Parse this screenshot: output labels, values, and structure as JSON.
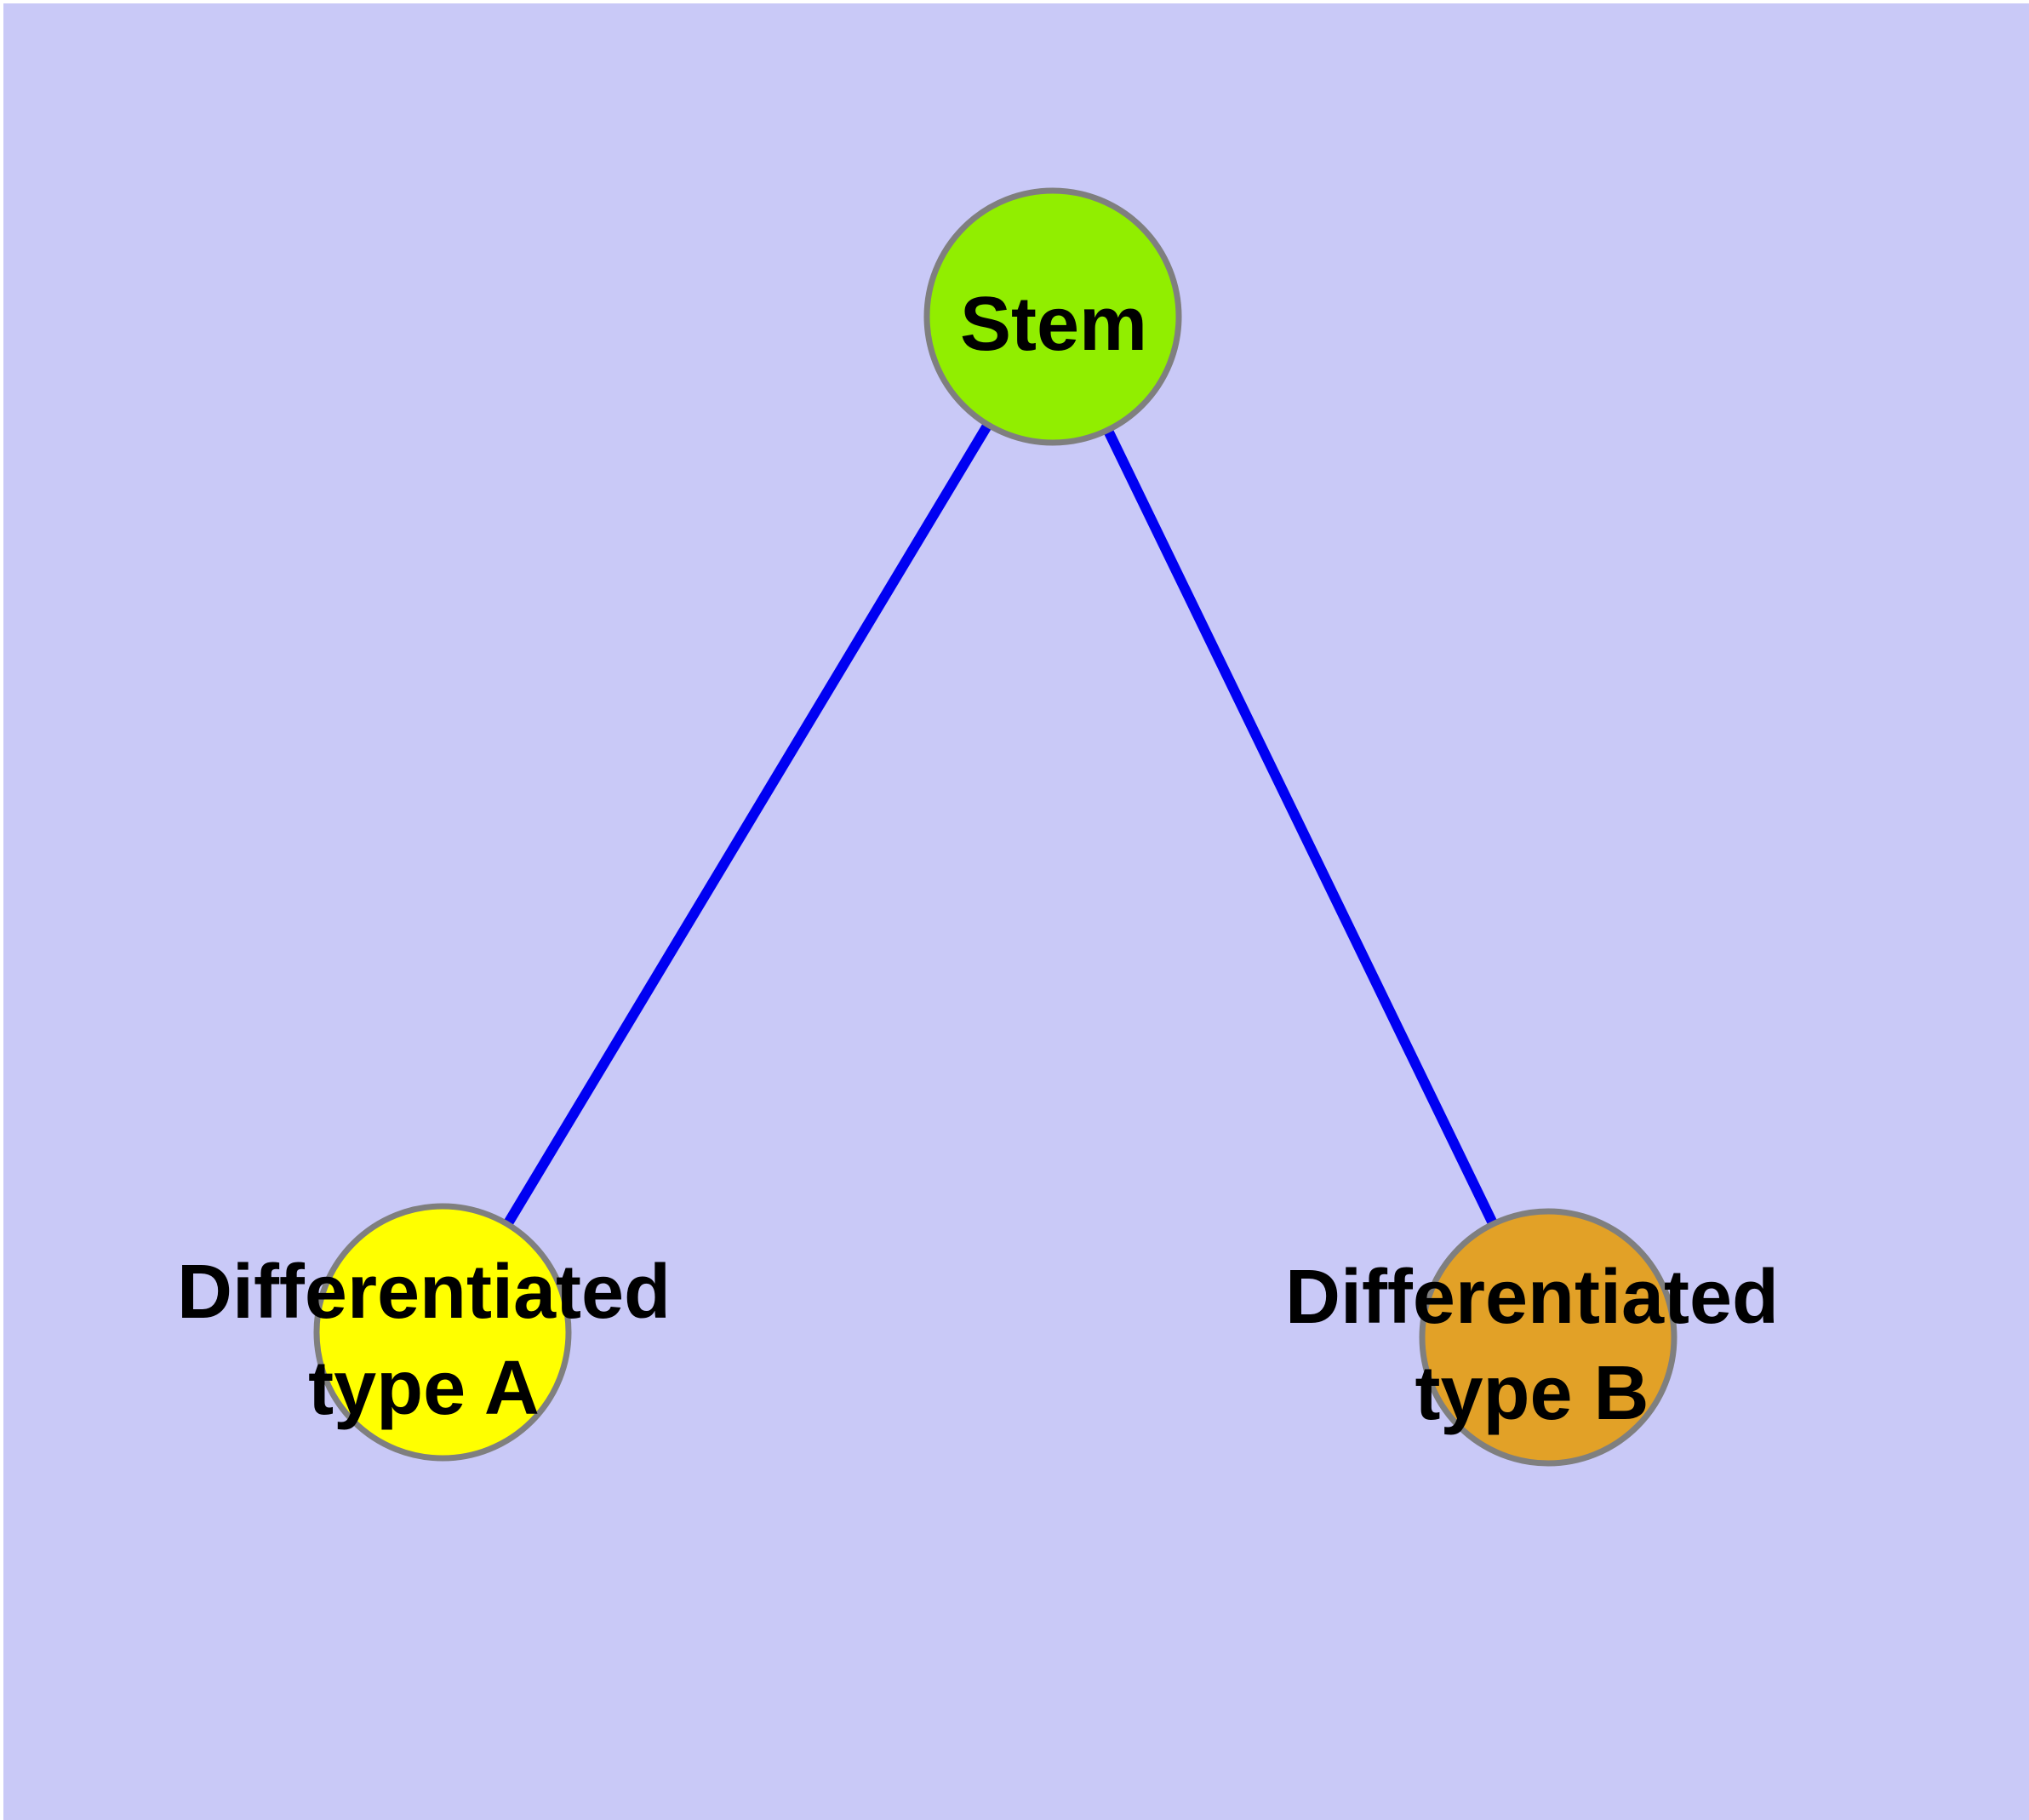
{
  "diagram": {
    "title": "",
    "background_color": "#c9c9f7",
    "page_margin_color": "#ffffff",
    "edge_color": "#0000f2",
    "node_border_color": "#7f7f7f",
    "label_color": "#000000",
    "nodes": [
      {
        "id": "stem",
        "label_lines": [
          "Stem"
        ],
        "fill": "#91ee00"
      },
      {
        "id": "differentiated-type-a",
        "label_lines": [
          "Differentiated",
          "type A"
        ],
        "fill": "#ffff00"
      },
      {
        "id": "differentiated-type-b",
        "label_lines": [
          "Differentiated",
          "type B"
        ],
        "fill": "#e2a127"
      }
    ],
    "edges": [
      {
        "from": "stem",
        "to": "differentiated-type-a"
      },
      {
        "from": "stem",
        "to": "differentiated-type-b"
      }
    ]
  }
}
